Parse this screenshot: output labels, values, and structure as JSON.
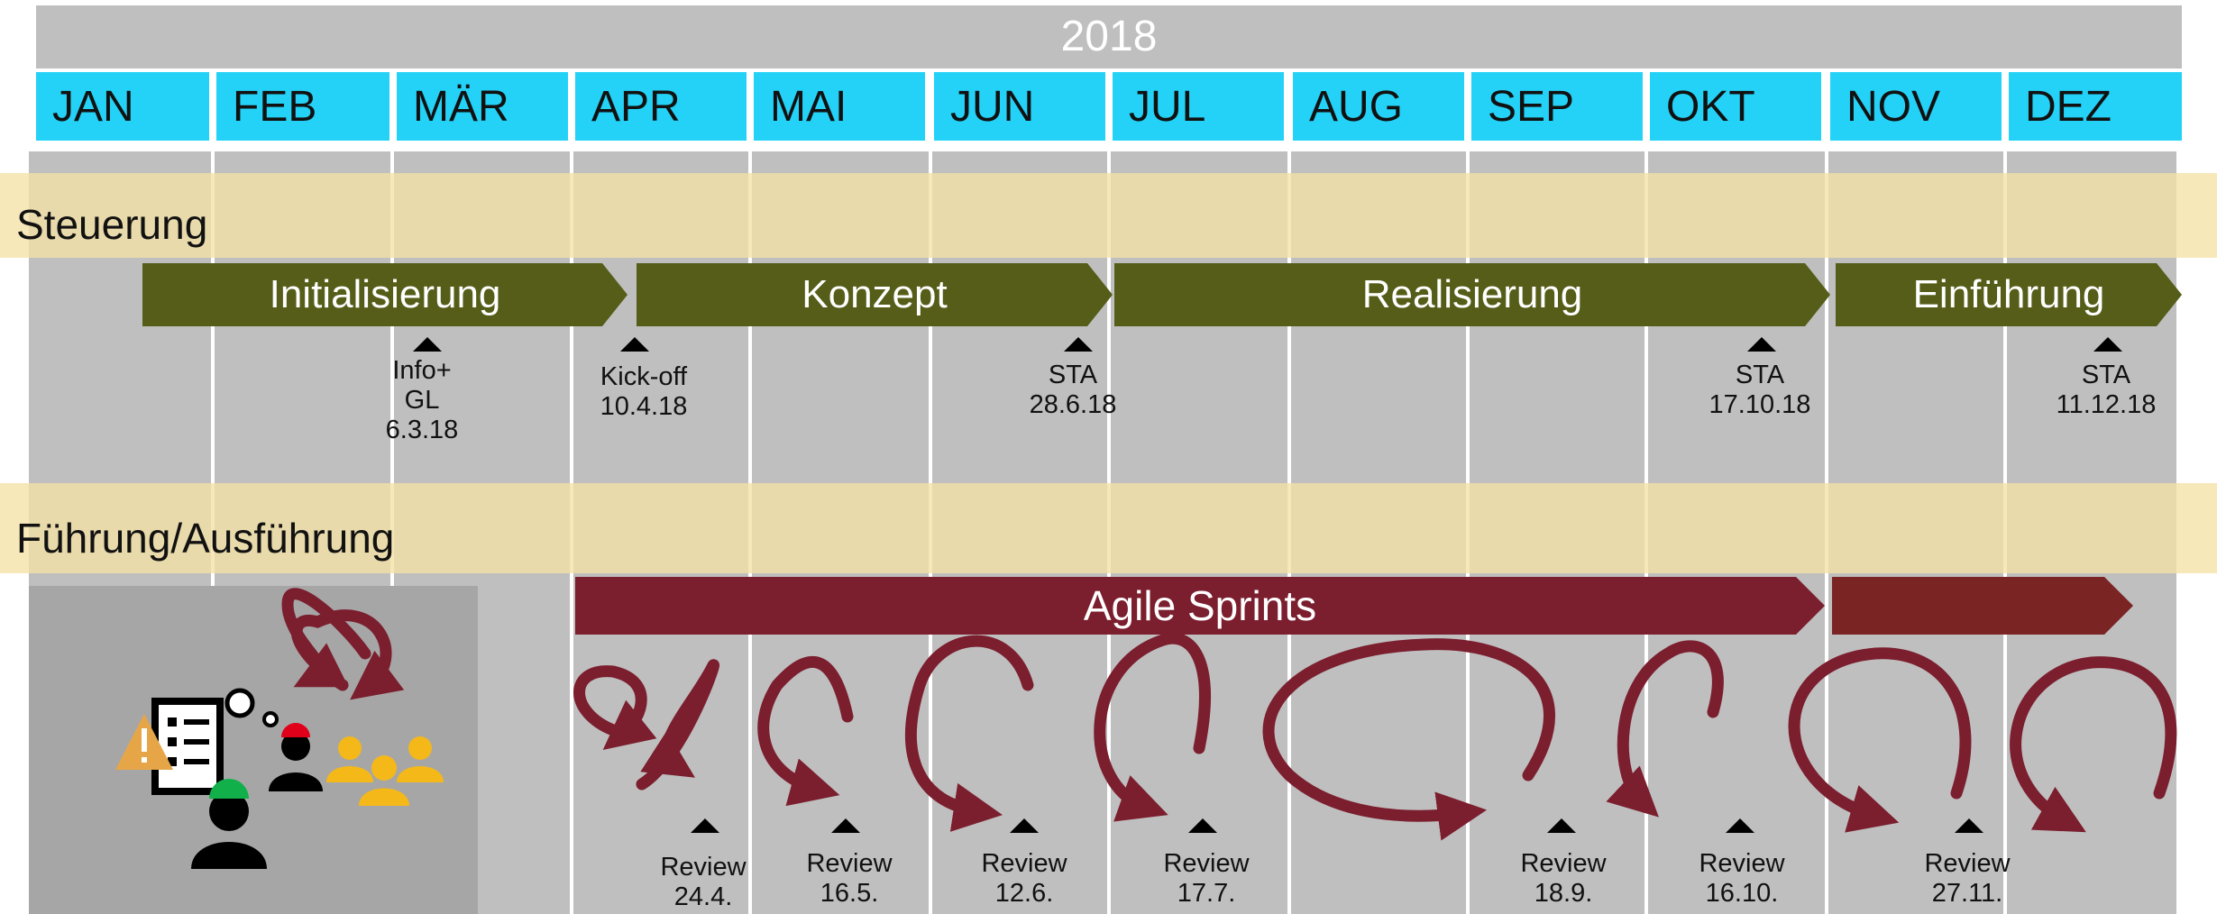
{
  "year": "2018",
  "months": [
    "JAN",
    "FEB",
    "MÄR",
    "APR",
    "MAI",
    "JUN",
    "JUL",
    "AUG",
    "SEP",
    "OKT",
    "NOV",
    "DEZ"
  ],
  "bands": {
    "steuerung": "Steuerung",
    "fuehrung": "Führung/Ausführung"
  },
  "phases": [
    "Initialisierung",
    "Konzept",
    "Realisierung",
    "Einführung"
  ],
  "milestones": [
    {
      "lines": [
        "Info+",
        "GL",
        "6.3.18"
      ]
    },
    {
      "lines": [
        "Kick-off",
        "10.4.18"
      ]
    },
    {
      "lines": [
        "STA",
        "28.6.18"
      ]
    },
    {
      "lines": [
        "STA",
        "17.10.18"
      ]
    },
    {
      "lines": [
        "STA",
        "11.12.18"
      ]
    }
  ],
  "sprints": {
    "main_label": "Agile Sprints",
    "second_label": ""
  },
  "reviews": [
    {
      "lines": [
        "Review",
        "24.4."
      ]
    },
    {
      "lines": [
        "Review",
        "16.5."
      ]
    },
    {
      "lines": [
        "Review",
        "12.6."
      ]
    },
    {
      "lines": [
        "Review",
        "17.7."
      ]
    },
    {
      "lines": [
        "Review",
        "18.9."
      ]
    },
    {
      "lines": [
        "Review",
        "16.10."
      ]
    },
    {
      "lines": [
        "Review",
        "27.11."
      ]
    }
  ],
  "colors": {
    "month_bg": "#24d2f7",
    "year_bg": "#bfbfbf",
    "phase": "#565d18",
    "sprint": "#7b1e2e",
    "sprint_second": "#7a2424",
    "band": "#f5e1a5",
    "grid": "#bfbfbf"
  },
  "icons": [
    "refresh-loop-icon",
    "checklist-icon",
    "warning-icon",
    "thought-bubble-icon",
    "team-icon"
  ]
}
